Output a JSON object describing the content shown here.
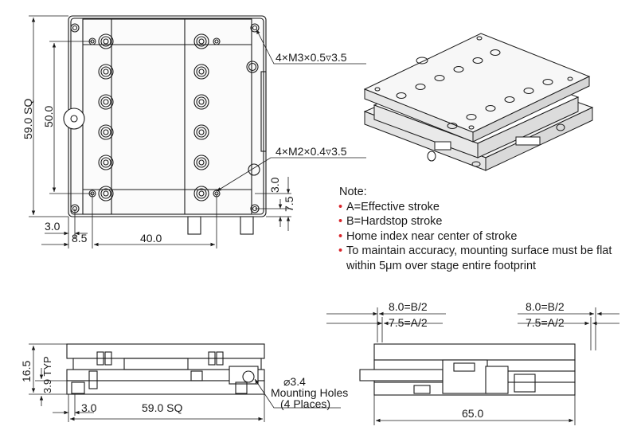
{
  "top_view": {
    "width_label": "59.0 SQ",
    "height_label": "50.0",
    "hole_callout_m3": "4×M3×0.5▿3.5",
    "hole_callout_m2": "4×M2×0.4▿3.5",
    "dim_3_0_right": "3.0",
    "dim_7_5": "7.5",
    "dim_3_0_left": "3.0",
    "dim_8_5": "8.5",
    "dim_40_0": "40.0"
  },
  "notes": {
    "title": "Note:",
    "items": [
      "A=Effective stroke",
      "B=Hardstop stroke",
      "Home index near center of stroke",
      "To maintain accuracy, mounting surface must be flat within 5μm over stage entire footprint"
    ]
  },
  "side_view": {
    "height_label": "16.5",
    "typ_label": "3.9 TYP",
    "dim_3_0": "3.0",
    "width_label": "59.0 SQ",
    "mount_callout_line1": "⌀3.4",
    "mount_callout_line2": "Mounting Holes",
    "mount_callout_line3": "(4 Places)"
  },
  "front_view": {
    "left_b": "8.0=B/2",
    "left_a": "7.5=A/2",
    "right_b": "8.0=B/2",
    "right_a": "7.5=A/2",
    "width_label": "65.0"
  },
  "colors": {
    "line": "#1a1a1a",
    "bullet": "#d9262c",
    "shade": "#e9e9e9"
  }
}
